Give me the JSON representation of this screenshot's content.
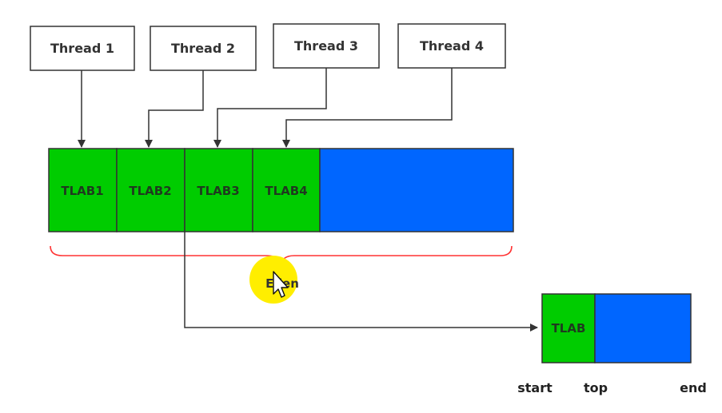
{
  "threads": [
    {
      "label": "Thread 1"
    },
    {
      "label": "Thread 2"
    },
    {
      "label": "Thread 3"
    },
    {
      "label": "Thread 4"
    }
  ],
  "tlabs": [
    {
      "label": "TLAB1"
    },
    {
      "label": "TLAB2"
    },
    {
      "label": "TLAB3"
    },
    {
      "label": "TLAB4"
    }
  ],
  "eden": {
    "label": "Eden"
  },
  "detail": {
    "tlab_label": "TLAB",
    "start_label": "start",
    "top_label": "top",
    "end_label": "end"
  },
  "colors": {
    "tlab_fill": "#00cc00",
    "free_fill": "#0066ff",
    "brace": "#ff3333",
    "cursor_highlight": "#ffee00",
    "line": "#333333"
  }
}
